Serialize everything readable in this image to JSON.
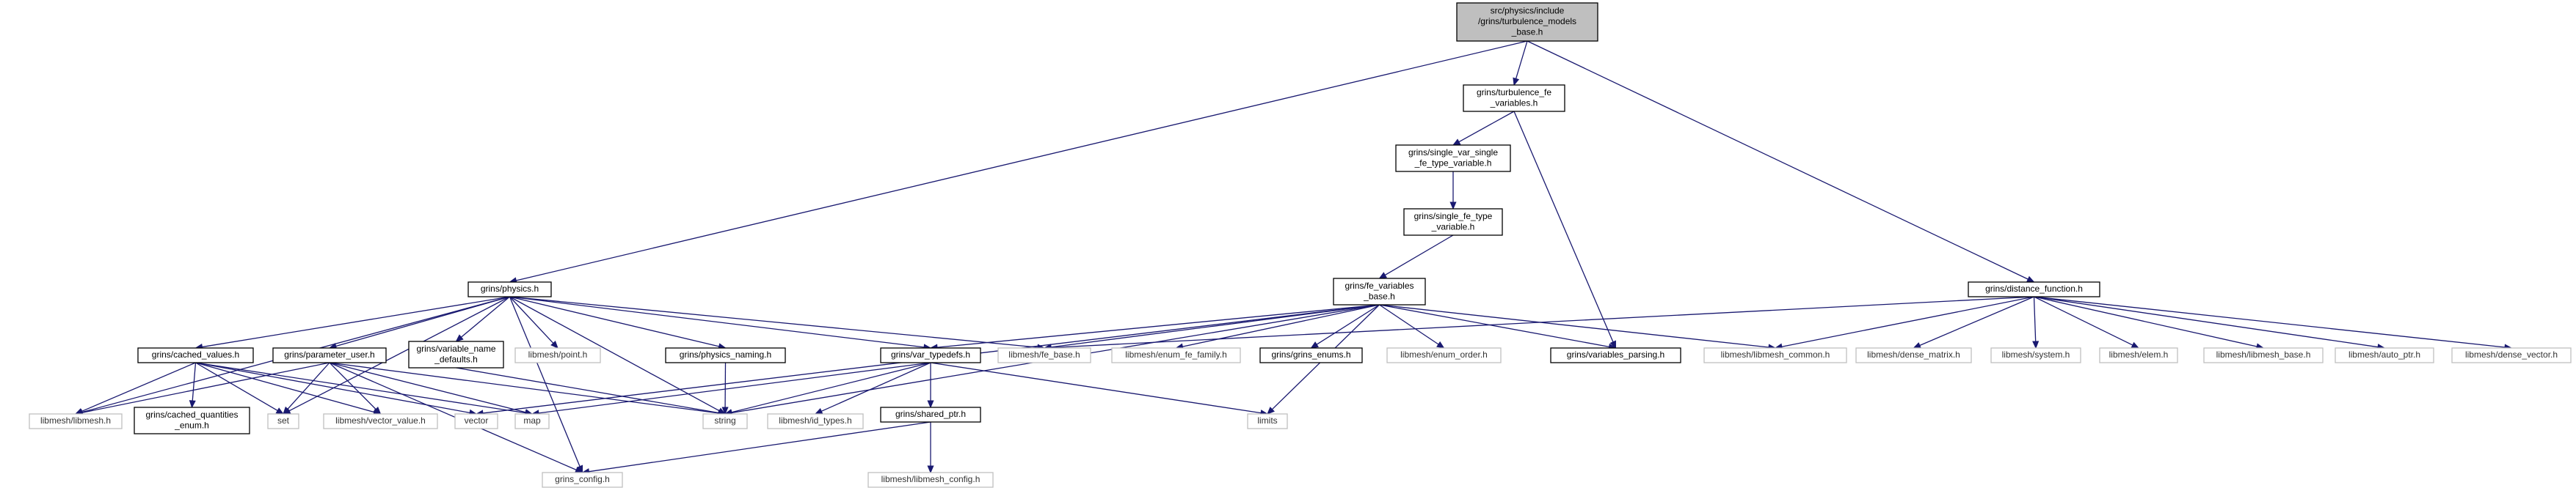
{
  "graph": {
    "colors": {
      "edge": "#191970",
      "root_fill": "#bfbfbf",
      "node_fill": "#ffffff",
      "node_border": "#000000",
      "external_border": "#bfbfbf"
    },
    "nodes": [
      {
        "id": "root",
        "lines": [
          "src/physics/include",
          "/grins/turbulence_models",
          "_base.h"
        ],
        "kind": "root"
      },
      {
        "id": "turb_fe_vars",
        "lines": [
          "grins/turbulence_fe",
          "_variables.h"
        ],
        "kind": "internal"
      },
      {
        "id": "single_var",
        "lines": [
          "grins/single_var_single",
          "_fe_type_variable.h"
        ],
        "kind": "internal"
      },
      {
        "id": "single_fe",
        "lines": [
          "grins/single_fe_type",
          "_variable.h"
        ],
        "kind": "internal"
      },
      {
        "id": "fe_vars_base",
        "lines": [
          "grins/fe_variables",
          "_base.h"
        ],
        "kind": "internal"
      },
      {
        "id": "physics",
        "lines": [
          "grins/physics.h"
        ],
        "kind": "internal"
      },
      {
        "id": "distance",
        "lines": [
          "grins/distance_function.h"
        ],
        "kind": "internal"
      },
      {
        "id": "cached_values",
        "lines": [
          "grins/cached_values.h"
        ],
        "kind": "internal"
      },
      {
        "id": "param_user",
        "lines": [
          "grins/parameter_user.h"
        ],
        "kind": "internal"
      },
      {
        "id": "var_name_def",
        "lines": [
          "grins/variable_name",
          "_defaults.h"
        ],
        "kind": "internal"
      },
      {
        "id": "point",
        "lines": [
          "libmesh/point.h"
        ],
        "kind": "external"
      },
      {
        "id": "phys_naming",
        "lines": [
          "grins/physics_naming.h"
        ],
        "kind": "internal"
      },
      {
        "id": "var_typedefs",
        "lines": [
          "grins/var_typedefs.h"
        ],
        "kind": "internal"
      },
      {
        "id": "fe_base",
        "lines": [
          "libmesh/fe_base.h"
        ],
        "kind": "external"
      },
      {
        "id": "enum_fe_family",
        "lines": [
          "libmesh/enum_fe_family.h"
        ],
        "kind": "external"
      },
      {
        "id": "grins_enums",
        "lines": [
          "grins/grins_enums.h"
        ],
        "kind": "internal"
      },
      {
        "id": "enum_order",
        "lines": [
          "libmesh/enum_order.h"
        ],
        "kind": "external"
      },
      {
        "id": "vars_parsing",
        "lines": [
          "grins/variables_parsing.h"
        ],
        "kind": "internal"
      },
      {
        "id": "libmesh_common",
        "lines": [
          "libmesh/libmesh_common.h"
        ],
        "kind": "external"
      },
      {
        "id": "dense_matrix",
        "lines": [
          "libmesh/dense_matrix.h"
        ],
        "kind": "external"
      },
      {
        "id": "system",
        "lines": [
          "libmesh/system.h"
        ],
        "kind": "external"
      },
      {
        "id": "elem",
        "lines": [
          "libmesh/elem.h"
        ],
        "kind": "external"
      },
      {
        "id": "libmesh_base",
        "lines": [
          "libmesh/libmesh_base.h"
        ],
        "kind": "external"
      },
      {
        "id": "auto_ptr",
        "lines": [
          "libmesh/auto_ptr.h"
        ],
        "kind": "external"
      },
      {
        "id": "dense_vector",
        "lines": [
          "libmesh/dense_vector.h"
        ],
        "kind": "external"
      },
      {
        "id": "libmesh_h",
        "lines": [
          "libmesh/libmesh.h"
        ],
        "kind": "external"
      },
      {
        "id": "cached_q_enum",
        "lines": [
          "grins/cached_quantities",
          "_enum.h"
        ],
        "kind": "internal"
      },
      {
        "id": "set",
        "lines": [
          "set"
        ],
        "kind": "external"
      },
      {
        "id": "vector_value",
        "lines": [
          "libmesh/vector_value.h"
        ],
        "kind": "external"
      },
      {
        "id": "vector",
        "lines": [
          "vector"
        ],
        "kind": "external"
      },
      {
        "id": "map",
        "lines": [
          "map"
        ],
        "kind": "external"
      },
      {
        "id": "string",
        "lines": [
          "string"
        ],
        "kind": "external"
      },
      {
        "id": "id_types",
        "lines": [
          "libmesh/id_types.h"
        ],
        "kind": "external"
      },
      {
        "id": "shared_ptr",
        "lines": [
          "grins/shared_ptr.h"
        ],
        "kind": "internal"
      },
      {
        "id": "limits",
        "lines": [
          "limits"
        ],
        "kind": "external"
      },
      {
        "id": "grins_config",
        "lines": [
          "grins_config.h"
        ],
        "kind": "external"
      },
      {
        "id": "libmesh_config",
        "lines": [
          "libmesh/libmesh_config.h"
        ],
        "kind": "external"
      }
    ],
    "edges": [
      [
        "root",
        "turb_fe_vars"
      ],
      [
        "root",
        "physics"
      ],
      [
        "root",
        "distance"
      ],
      [
        "turb_fe_vars",
        "single_var"
      ],
      [
        "turb_fe_vars",
        "vars_parsing"
      ],
      [
        "single_var",
        "single_fe"
      ],
      [
        "single_fe",
        "fe_vars_base"
      ],
      [
        "fe_vars_base",
        "var_typedefs"
      ],
      [
        "fe_vars_base",
        "fe_base"
      ],
      [
        "fe_vars_base",
        "enum_fe_family"
      ],
      [
        "fe_vars_base",
        "grins_enums"
      ],
      [
        "fe_vars_base",
        "enum_order"
      ],
      [
        "fe_vars_base",
        "vars_parsing"
      ],
      [
        "fe_vars_base",
        "libmesh_common"
      ],
      [
        "fe_vars_base",
        "vector"
      ],
      [
        "fe_vars_base",
        "string"
      ],
      [
        "fe_vars_base",
        "limits"
      ],
      [
        "physics",
        "cached_values"
      ],
      [
        "physics",
        "param_user"
      ],
      [
        "physics",
        "var_name_def"
      ],
      [
        "physics",
        "point"
      ],
      [
        "physics",
        "phys_naming"
      ],
      [
        "physics",
        "var_typedefs"
      ],
      [
        "physics",
        "fe_base"
      ],
      [
        "physics",
        "libmesh_h"
      ],
      [
        "physics",
        "set"
      ],
      [
        "physics",
        "string"
      ],
      [
        "physics",
        "grins_config"
      ],
      [
        "distance",
        "fe_base"
      ],
      [
        "distance",
        "libmesh_common"
      ],
      [
        "distance",
        "dense_matrix"
      ],
      [
        "distance",
        "system"
      ],
      [
        "distance",
        "elem"
      ],
      [
        "distance",
        "libmesh_base"
      ],
      [
        "distance",
        "auto_ptr"
      ],
      [
        "distance",
        "dense_vector"
      ],
      [
        "cached_values",
        "libmesh_h"
      ],
      [
        "cached_values",
        "cached_q_enum"
      ],
      [
        "cached_values",
        "set"
      ],
      [
        "cached_values",
        "vector_value"
      ],
      [
        "cached_values",
        "vector"
      ],
      [
        "cached_values",
        "map"
      ],
      [
        "param_user",
        "libmesh_h"
      ],
      [
        "param_user",
        "set"
      ],
      [
        "param_user",
        "vector_value"
      ],
      [
        "param_user",
        "map"
      ],
      [
        "param_user",
        "string"
      ],
      [
        "param_user",
        "grins_config"
      ],
      [
        "var_name_def",
        "string"
      ],
      [
        "phys_naming",
        "string"
      ],
      [
        "var_typedefs",
        "map"
      ],
      [
        "var_typedefs",
        "string"
      ],
      [
        "var_typedefs",
        "id_types"
      ],
      [
        "var_typedefs",
        "shared_ptr"
      ],
      [
        "var_typedefs",
        "limits"
      ],
      [
        "shared_ptr",
        "grins_config"
      ],
      [
        "shared_ptr",
        "libmesh_config"
      ]
    ]
  }
}
